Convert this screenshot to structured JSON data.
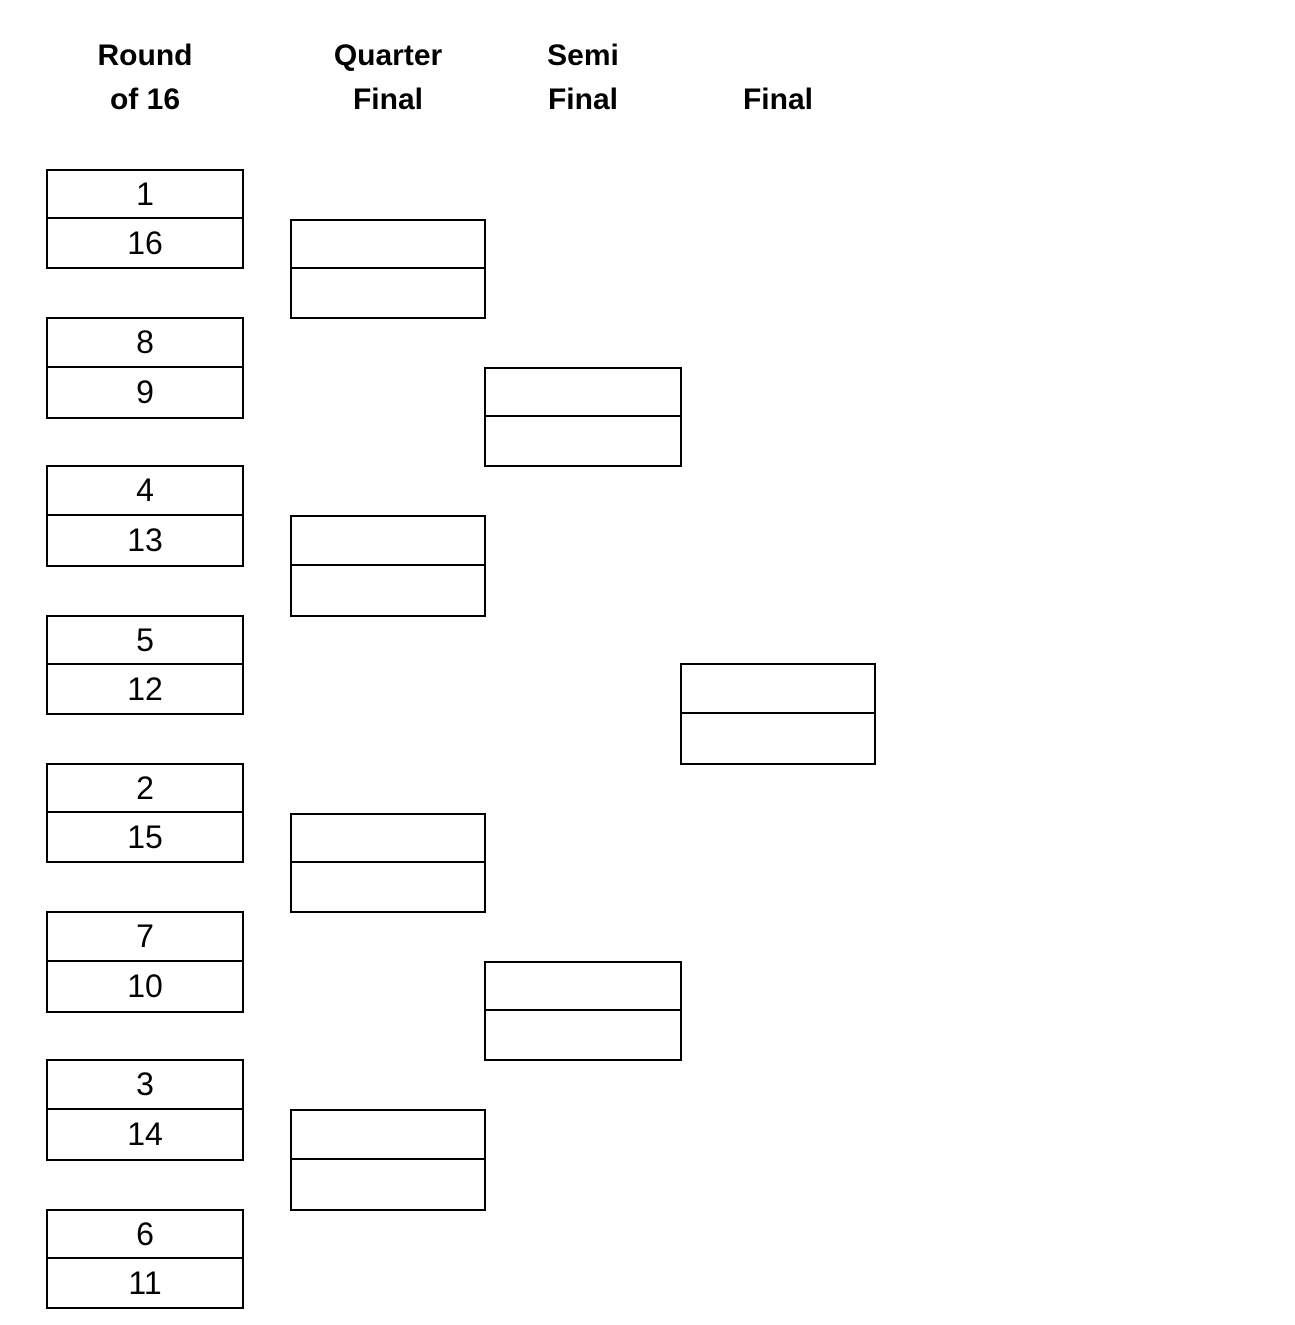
{
  "headers": {
    "round16": [
      "Round",
      "of 16"
    ],
    "quarter": [
      "Quarter",
      "Final"
    ],
    "semi": [
      "Semi",
      "Final"
    ],
    "final": [
      "",
      "Final"
    ]
  },
  "round_of_16": [
    {
      "top": "1",
      "bottom": "16"
    },
    {
      "top": "8",
      "bottom": "9"
    },
    {
      "top": "4",
      "bottom": "13"
    },
    {
      "top": "5",
      "bottom": "12"
    },
    {
      "top": "2",
      "bottom": "15"
    },
    {
      "top": "7",
      "bottom": "10"
    },
    {
      "top": "3",
      "bottom": "14"
    },
    {
      "top": "6",
      "bottom": "11"
    }
  ],
  "quarter_final": [
    {
      "top": "",
      "bottom": ""
    },
    {
      "top": "",
      "bottom": ""
    },
    {
      "top": "",
      "bottom": ""
    },
    {
      "top": "",
      "bottom": ""
    }
  ],
  "semi_final": [
    {
      "top": "",
      "bottom": ""
    },
    {
      "top": "",
      "bottom": ""
    }
  ],
  "final": [
    {
      "top": "",
      "bottom": ""
    }
  ]
}
